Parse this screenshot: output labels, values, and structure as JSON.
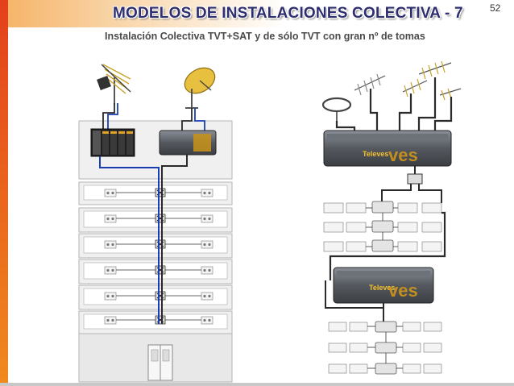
{
  "slide": {
    "title": "MODELOS DE INSTALACIONES COLECTIVA - 7",
    "subtitle": "Instalación Colectiva TVT+SAT y de sólo TVT con gran nº de tomas",
    "page_number": "52"
  },
  "labels": {
    "brand": "Televes",
    "amp_logo": "ves"
  },
  "colors": {
    "accent_orange": "#e3401c",
    "title_text": "#2e2e70",
    "cable_blue": "#1a3db3",
    "cable_dark": "#2a2a2a"
  },
  "icons": [
    "tv-antenna-icon",
    "satellite-dish-icon",
    "fm-ring-antenna-icon",
    "amplifier-icon",
    "derivator-icon",
    "wall-outlet-icon",
    "building-door-icon"
  ]
}
